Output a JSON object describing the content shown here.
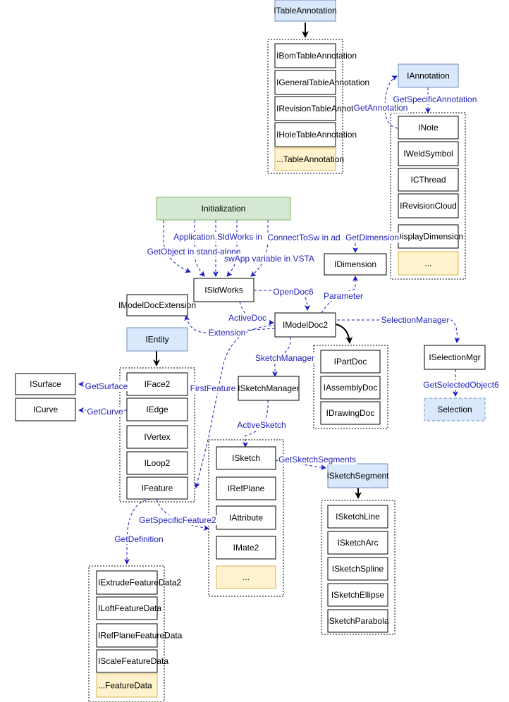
{
  "colors": {
    "edge": "#1a1ac8",
    "edge_label": "#2222bb",
    "solid_arrow": "#000000",
    "node_border": "#000000",
    "blue_fill": "#dae8fc",
    "blue_border": "#6c8ebf",
    "green_fill": "#d5e8d4",
    "green_border": "#82b366",
    "yellow_fill": "#fff2cc",
    "yellow_border": "#d6b656"
  },
  "nodes": {
    "itableannotation": "ITableAnnotation",
    "ibomtableannotation": "IBomTableAnnotation",
    "igeneraltableannotation": "IGeneralTableAnnotation",
    "irevisiontableannotation": "IRevisionTableAnnotation",
    "iholetableannotation": "IHoleTableAnnotation",
    "tableannotation_more": "...TableAnnotation",
    "iannotation": "IAnnotation",
    "inote": "INote",
    "iweldsymbol": "IWeldSymbol",
    "icthread": "ICThread",
    "irevisioncloud": "IRevisionCloud",
    "idisplaydimension": "IDisplayDimension",
    "annotation_more": "...",
    "initialization": "Initialization",
    "idimension": "IDimension",
    "isldworks": "ISldWorks",
    "imodeldocextension": "IModelDocExtension",
    "imodeldoc2": "IModelDoc2",
    "ientity": "IEntity",
    "isurface": "ISurface",
    "icurve": "ICurve",
    "iface2": "IFace2",
    "iedge": "IEdge",
    "ivertex": "IVertex",
    "iloop2": "ILoop2",
    "ifeature": "IFeature",
    "ipartdoc": "IPartDoc",
    "iassemblydoc": "IAssemblyDoc",
    "idrawingdoc": "IDrawingDoc",
    "iselectionmgr": "ISelectionMgr",
    "selection": "Selection",
    "isketchmanager": "ISketchManager",
    "isketch": "ISketch",
    "irefplane": "IRefPlane",
    "iattribute": "IAttribute",
    "imate2": "IMate2",
    "sketch_more": "...",
    "isketchsegment": "ISketchSegment",
    "isketchline": "ISketchLine",
    "isketcharc": "ISketchArc",
    "isketchspline": "ISketchSpline",
    "isketchellipse": "ISketchEllipse",
    "isketchparabola": "ISketchParabola",
    "iextrudefeaturedata2": "IExtrudeFeatureData2",
    "iloftfeaturedata": "ILoftFeatureData",
    "irefplanefeaturedata": "IRefPlaneFeatureData",
    "iscalefeaturedata": "IScaleFeatureData",
    "featuredata_more": "...FeatureData"
  },
  "edges": {
    "get_specific_annotation": "GetSpecificAnnotation",
    "get_annotation": "GetAnnotation",
    "application_sldworks": "Application.SldWorks in",
    "getobject_standalone": "GetObject in stand-alone",
    "connecttosw": "ConnectToSw in ad",
    "swapp_vsta": "swApp variable in VSTA",
    "get_dimension": "GetDimension",
    "parameter": "Parameter",
    "open_doc6": "OpenDoc6",
    "active_doc": "ActiveDoc",
    "extension": "Extension",
    "selection_manager": "SelectionManager",
    "get_selected_object6": "GetSelectedObject6",
    "sketch_manager": "SketchManager",
    "first_feature": "FirstFeature",
    "get_surface": "GetSurface",
    "get_curve": "GetCurve",
    "active_sketch": "ActiveSketch",
    "get_sketch_segments": "GetSketchSegments",
    "get_specific_feature": "GetSpecificFeature2",
    "get_definition": "GetDefinition"
  }
}
